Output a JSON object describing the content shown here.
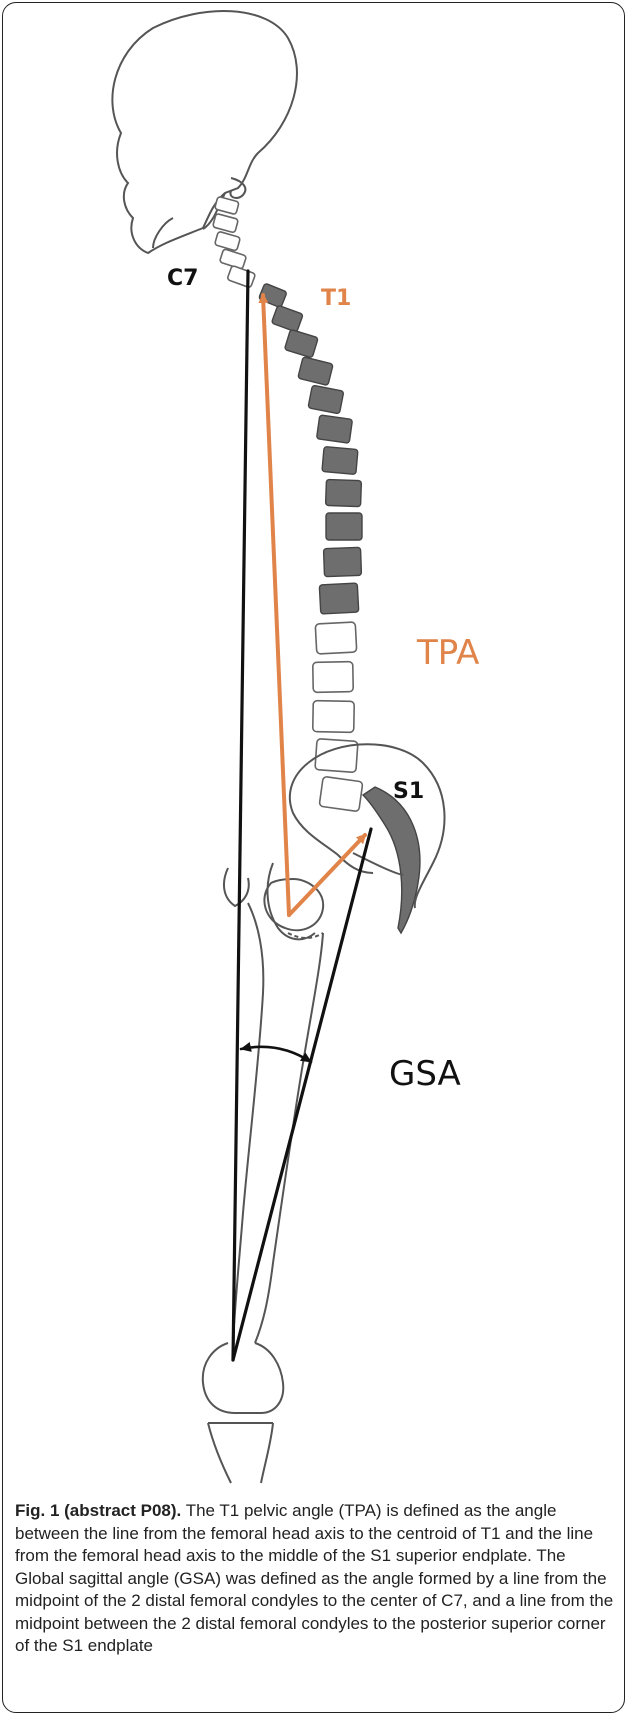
{
  "labels": {
    "c7": "C7",
    "t1": "T1",
    "tpa": "TPA",
    "s1": "S1",
    "gsa": "GSA"
  },
  "colors": {
    "orange": "#E0844A",
    "black": "#111111",
    "vertebra_dark": "#6e6e6e",
    "outline": "#444444"
  },
  "caption": {
    "title": "Fig. 1 (abstract P08).",
    "text": " The T1 pelvic angle (TPA) is defined as the angle between the line from the femoral head axis to the centroid of T1 and the line from the femoral head axis to the middle of the S1 superior endplate. The Global sagittal angle (GSA) was defined as the angle formed by a line from the midpoint of the 2 distal femoral condyles to the center of C7, and a line from the midpoint between the 2 distal femoral condyles to the posterior superior corner of the S1 endplate"
  }
}
